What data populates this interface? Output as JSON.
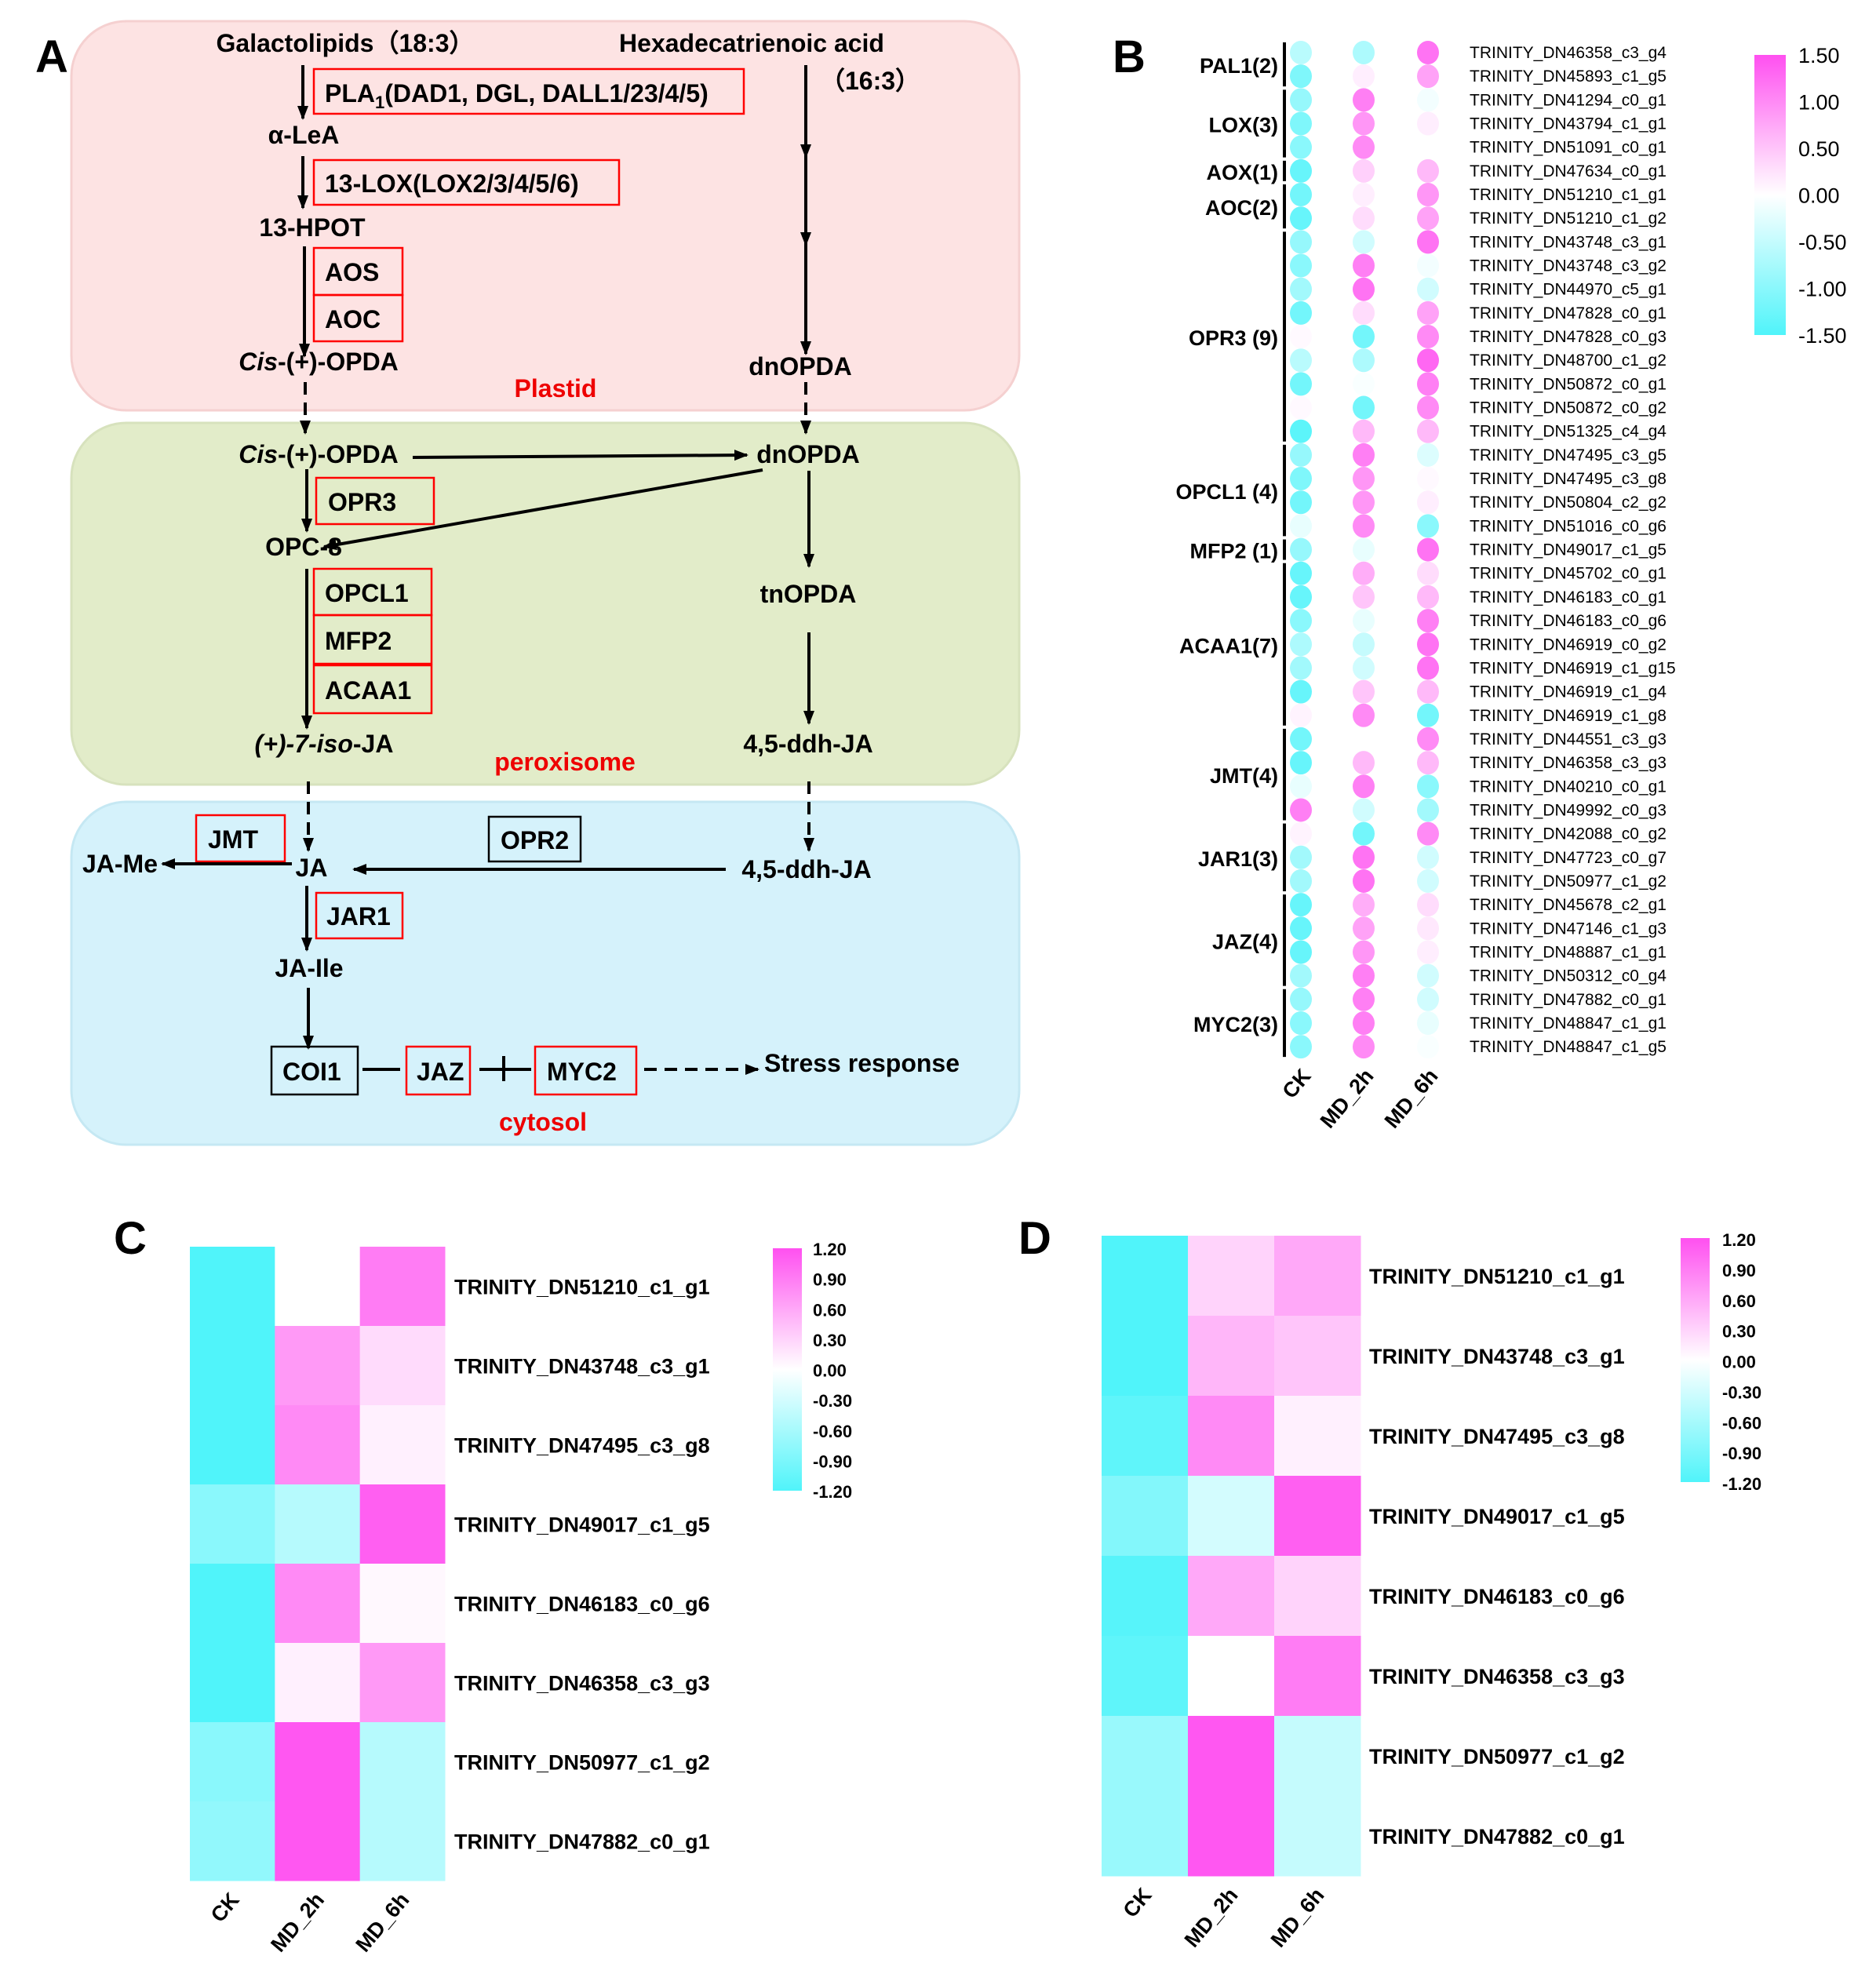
{
  "colors": {
    "high": "#ff50f0",
    "low": "#50f4fa",
    "mid": "#ffffff",
    "plastid": "#fde3e3",
    "peroxisome": "#e2ecc9",
    "cytosol": "#d5f2fb",
    "enzyme_box": "#ff0000"
  },
  "panelA": {
    "label": "A",
    "galactolipids": "Galactolipids（18:3）",
    "hexadecatrienoic": "Hexadecatrienoic acid",
    "hexa_sub": "（16:3）",
    "pla_main": "PLA",
    "pla_sub": "1",
    "pla_rest": "(DAD1, DGL, DALL1/23/4/5)",
    "alea": "α-LeA",
    "lox": "13-LOX(LOX2/3/4/5/6)",
    "hpot": "13-HPOT",
    "aos": "AOS",
    "aoc": "AOC",
    "cis_italic": "Cis",
    "cis_rest": "-(+)-OPDA",
    "plastid": "Plastid",
    "dnopda": "dnOPDA",
    "opr3": "OPR3",
    "opc8": "OPC-8",
    "opcl1": "OPCL1",
    "mfp2": "MFP2",
    "acaa1": "ACAA1",
    "isoja_italic": "(+)-7-iso",
    "isoja_rest": "-JA",
    "peroxisome": "peroxisome",
    "tnopda": "tnOPDA",
    "ddhja": "4,5-ddh-JA",
    "jmt": "JMT",
    "jame": "JA-Me",
    "ja": "JA",
    "opr2": "OPR2",
    "jar1": "JAR1",
    "jaile": "JA-Ile",
    "coi1": "COI1",
    "jaz": "JAZ",
    "myc2": "MYC2",
    "stress": "Stress response",
    "cytosol": "cytosol"
  },
  "chart_data": [
    {
      "panel": "B",
      "type": "heatmap",
      "marker": "dot",
      "columns": [
        "CK",
        "MD_2h",
        "MD_6h"
      ],
      "color_range": [
        -1.5,
        1.5
      ],
      "colorbar_ticks": [
        "1.50",
        "1.00",
        "0.50",
        "0.00",
        "-0.50",
        "-1.00",
        "-1.50"
      ],
      "groups": [
        {
          "label": "PAL1(2)",
          "count": 2
        },
        {
          "label": "LOX(3)",
          "count": 3
        },
        {
          "label": "AOX(1)",
          "count": 1
        },
        {
          "label": "AOC(2)",
          "count": 2
        },
        {
          "label": "OPR3 (9)",
          "count": 9
        },
        {
          "label": "OPCL1 (4)",
          "count": 4
        },
        {
          "label": "MFP2 (1)",
          "count": 1
        },
        {
          "label": "ACAA1(7)",
          "count": 7
        },
        {
          "label": "JMT(4)",
          "count": 4
        },
        {
          "label": "JAR1(3)",
          "count": 3
        },
        {
          "label": "JAZ(4)",
          "count": 4
        },
        {
          "label": "MYC2(3)",
          "count": 3
        }
      ],
      "rows": [
        {
          "gene": "TRINITY_DN46358_c3_g4",
          "values": [
            -0.6,
            -0.7,
            1.2
          ]
        },
        {
          "gene": "TRINITY_DN45893_c1_g5",
          "values": [
            -1.1,
            0.15,
            0.8
          ]
        },
        {
          "gene": "TRINITY_DN41294_c0_g1",
          "values": [
            -0.9,
            1.1,
            -0.1
          ]
        },
        {
          "gene": "TRINITY_DN43794_c1_g1",
          "values": [
            -1.1,
            0.9,
            0.15
          ]
        },
        {
          "gene": "TRINITY_DN51091_c0_g1",
          "values": [
            -1.0,
            1.0,
            0.0
          ]
        },
        {
          "gene": "TRINITY_DN47634_c0_g1",
          "values": [
            -1.3,
            0.4,
            0.6
          ]
        },
        {
          "gene": "TRINITY_DN51210_c1_g1",
          "values": [
            -1.2,
            0.15,
            0.9
          ]
        },
        {
          "gene": "TRINITY_DN51210_c1_g2",
          "values": [
            -1.3,
            0.3,
            0.8
          ]
        },
        {
          "gene": "TRINITY_DN43748_c3_g1",
          "values": [
            -0.9,
            -0.4,
            1.2
          ]
        },
        {
          "gene": "TRINITY_DN43748_c3_g2",
          "values": [
            -1.0,
            1.1,
            -0.1
          ]
        },
        {
          "gene": "TRINITY_DN44970_c5_g1",
          "values": [
            -0.8,
            1.2,
            -0.4
          ]
        },
        {
          "gene": "TRINITY_DN47828_c0_g1",
          "values": [
            -1.2,
            0.3,
            0.8
          ]
        },
        {
          "gene": "TRINITY_DN47828_c0_g3",
          "values": [
            0.05,
            -1.2,
            1.0
          ]
        },
        {
          "gene": "TRINITY_DN48700_c1_g2",
          "values": [
            -0.6,
            -0.7,
            1.3
          ]
        },
        {
          "gene": "TRINITY_DN50872_c0_g1",
          "values": [
            -1.2,
            -0.05,
            1.1
          ]
        },
        {
          "gene": "TRINITY_DN50872_c0_g2",
          "values": [
            0.05,
            -1.2,
            1.0
          ]
        },
        {
          "gene": "TRINITY_DN51325_c4_g4",
          "values": [
            -1.4,
            0.6,
            0.6
          ]
        },
        {
          "gene": "TRINITY_DN47495_c3_g5",
          "values": [
            -0.9,
            1.1,
            -0.3
          ]
        },
        {
          "gene": "TRINITY_DN47495_c3_g8",
          "values": [
            -1.1,
            0.9,
            0.05
          ]
        },
        {
          "gene": "TRINITY_DN50804_c2_g2",
          "values": [
            -1.2,
            0.9,
            0.15
          ]
        },
        {
          "gene": "TRINITY_DN51016_c0_g6",
          "values": [
            -0.2,
            1.0,
            -1.0
          ]
        },
        {
          "gene": "TRINITY_DN49017_c1_g5",
          "values": [
            -0.9,
            -0.2,
            1.2
          ]
        },
        {
          "gene": "TRINITY_DN45702_c0_g1",
          "values": [
            -1.3,
            0.7,
            0.3
          ]
        },
        {
          "gene": "TRINITY_DN46183_c0_g1",
          "values": [
            -1.3,
            0.5,
            0.6
          ]
        },
        {
          "gene": "TRINITY_DN46183_c0_g6",
          "values": [
            -1.0,
            -0.2,
            1.1
          ]
        },
        {
          "gene": "TRINITY_DN46919_c0_g2",
          "values": [
            -0.7,
            -0.5,
            1.2
          ]
        },
        {
          "gene": "TRINITY_DN46919_c1_g15",
          "values": [
            -0.8,
            -0.4,
            1.2
          ]
        },
        {
          "gene": "TRINITY_DN46919_c1_g4",
          "values": [
            -1.3,
            0.5,
            0.6
          ]
        },
        {
          "gene": "TRINITY_DN46919_c1_g8",
          "values": [
            0.1,
            1.0,
            -1.2
          ]
        },
        {
          "gene": "TRINITY_DN44551_c3_g3",
          "values": [
            -1.2,
            0.0,
            1.0
          ]
        },
        {
          "gene": "TRINITY_DN46358_c3_g3",
          "values": [
            -1.3,
            0.6,
            0.6
          ]
        },
        {
          "gene": "TRINITY_DN40210_c0_g1",
          "values": [
            -0.2,
            1.1,
            -1.0
          ]
        },
        {
          "gene": "TRINITY_DN49992_c0_g3",
          "values": [
            1.1,
            -0.4,
            -0.8
          ]
        },
        {
          "gene": "TRINITY_DN42088_c0_g2",
          "values": [
            0.1,
            -1.2,
            1.0
          ]
        },
        {
          "gene": "TRINITY_DN47723_c0_g7",
          "values": [
            -0.8,
            1.2,
            -0.4
          ]
        },
        {
          "gene": "TRINITY_DN50977_c1_g2",
          "values": [
            -0.8,
            1.2,
            -0.4
          ]
        },
        {
          "gene": "TRINITY_DN45678_c2_g1",
          "values": [
            -1.3,
            0.7,
            0.3
          ]
        },
        {
          "gene": "TRINITY_DN47146_c1_g3",
          "values": [
            -1.3,
            0.8,
            0.2
          ]
        },
        {
          "gene": "TRINITY_DN48887_c1_g1",
          "values": [
            -1.3,
            0.9,
            0.15
          ]
        },
        {
          "gene": "TRINITY_DN50312_c0_g4",
          "values": [
            -0.8,
            1.1,
            -0.4
          ]
        },
        {
          "gene": "TRINITY_DN47882_c0_g1",
          "values": [
            -0.9,
            1.1,
            -0.4
          ]
        },
        {
          "gene": "TRINITY_DN48847_c1_g1",
          "values": [
            -1.0,
            1.1,
            -0.2
          ]
        },
        {
          "gene": "TRINITY_DN48847_c1_g5",
          "values": [
            -1.0,
            1.0,
            -0.05
          ]
        }
      ]
    },
    {
      "panel": "C",
      "type": "heatmap",
      "columns": [
        "CK",
        "MD_2h",
        "MD_6h"
      ],
      "color_range": [
        -1.2,
        1.2
      ],
      "colorbar_ticks": [
        "1.20",
        "0.90",
        "0.60",
        "0.30",
        "0.00",
        "-0.30",
        "-0.60",
        "-0.90",
        "-1.20"
      ],
      "rows": [
        {
          "gene": "TRINITY_DN51210_c1_g1",
          "values": [
            -1.2,
            0.0,
            0.9
          ]
        },
        {
          "gene": "TRINITY_DN43748_c3_g1",
          "values": [
            -1.2,
            0.7,
            0.25
          ]
        },
        {
          "gene": "TRINITY_DN47495_c3_g8",
          "values": [
            -1.2,
            0.8,
            0.1
          ]
        },
        {
          "gene": "TRINITY_DN49017_c1_g5",
          "values": [
            -0.8,
            -0.5,
            1.1
          ]
        },
        {
          "gene": "TRINITY_DN46183_c0_g6",
          "values": [
            -1.2,
            0.8,
            0.05
          ]
        },
        {
          "gene": "TRINITY_DN46358_c3_g3",
          "values": [
            -1.2,
            0.1,
            0.7
          ]
        },
        {
          "gene": "TRINITY_DN50977_c1_g2",
          "values": [
            -0.8,
            1.15,
            -0.5
          ]
        },
        {
          "gene": "TRINITY_DN47882_c0_g1",
          "values": [
            -0.75,
            1.15,
            -0.5
          ]
        }
      ]
    },
    {
      "panel": "D",
      "type": "heatmap",
      "columns": [
        "CK",
        "MD_2h",
        "MD_6h"
      ],
      "color_range": [
        -1.2,
        1.2
      ],
      "colorbar_ticks": [
        "1.20",
        "0.90",
        "0.60",
        "0.30",
        "0.00",
        "-0.30",
        "-0.60",
        "-0.90",
        "-1.20"
      ],
      "rows": [
        {
          "gene": "TRINITY_DN51210_c1_g1",
          "values": [
            -1.2,
            0.3,
            0.6
          ]
        },
        {
          "gene": "TRINITY_DN43748_c3_g1",
          "values": [
            -1.2,
            0.5,
            0.4
          ]
        },
        {
          "gene": "TRINITY_DN47495_c3_g8",
          "values": [
            -1.1,
            0.8,
            0.1
          ]
        },
        {
          "gene": "TRINITY_DN49017_c1_g5",
          "values": [
            -0.85,
            -0.3,
            1.1
          ]
        },
        {
          "gene": "TRINITY_DN46183_c0_g6",
          "values": [
            -1.15,
            0.6,
            0.3
          ]
        },
        {
          "gene": "TRINITY_DN46358_c3_g3",
          "values": [
            -1.1,
            0.0,
            0.9
          ]
        },
        {
          "gene": "TRINITY_DN50977_c1_g2",
          "values": [
            -0.7,
            1.15,
            -0.4
          ]
        },
        {
          "gene": "TRINITY_DN47882_c0_g1",
          "values": [
            -0.7,
            1.15,
            -0.4
          ]
        }
      ]
    }
  ]
}
